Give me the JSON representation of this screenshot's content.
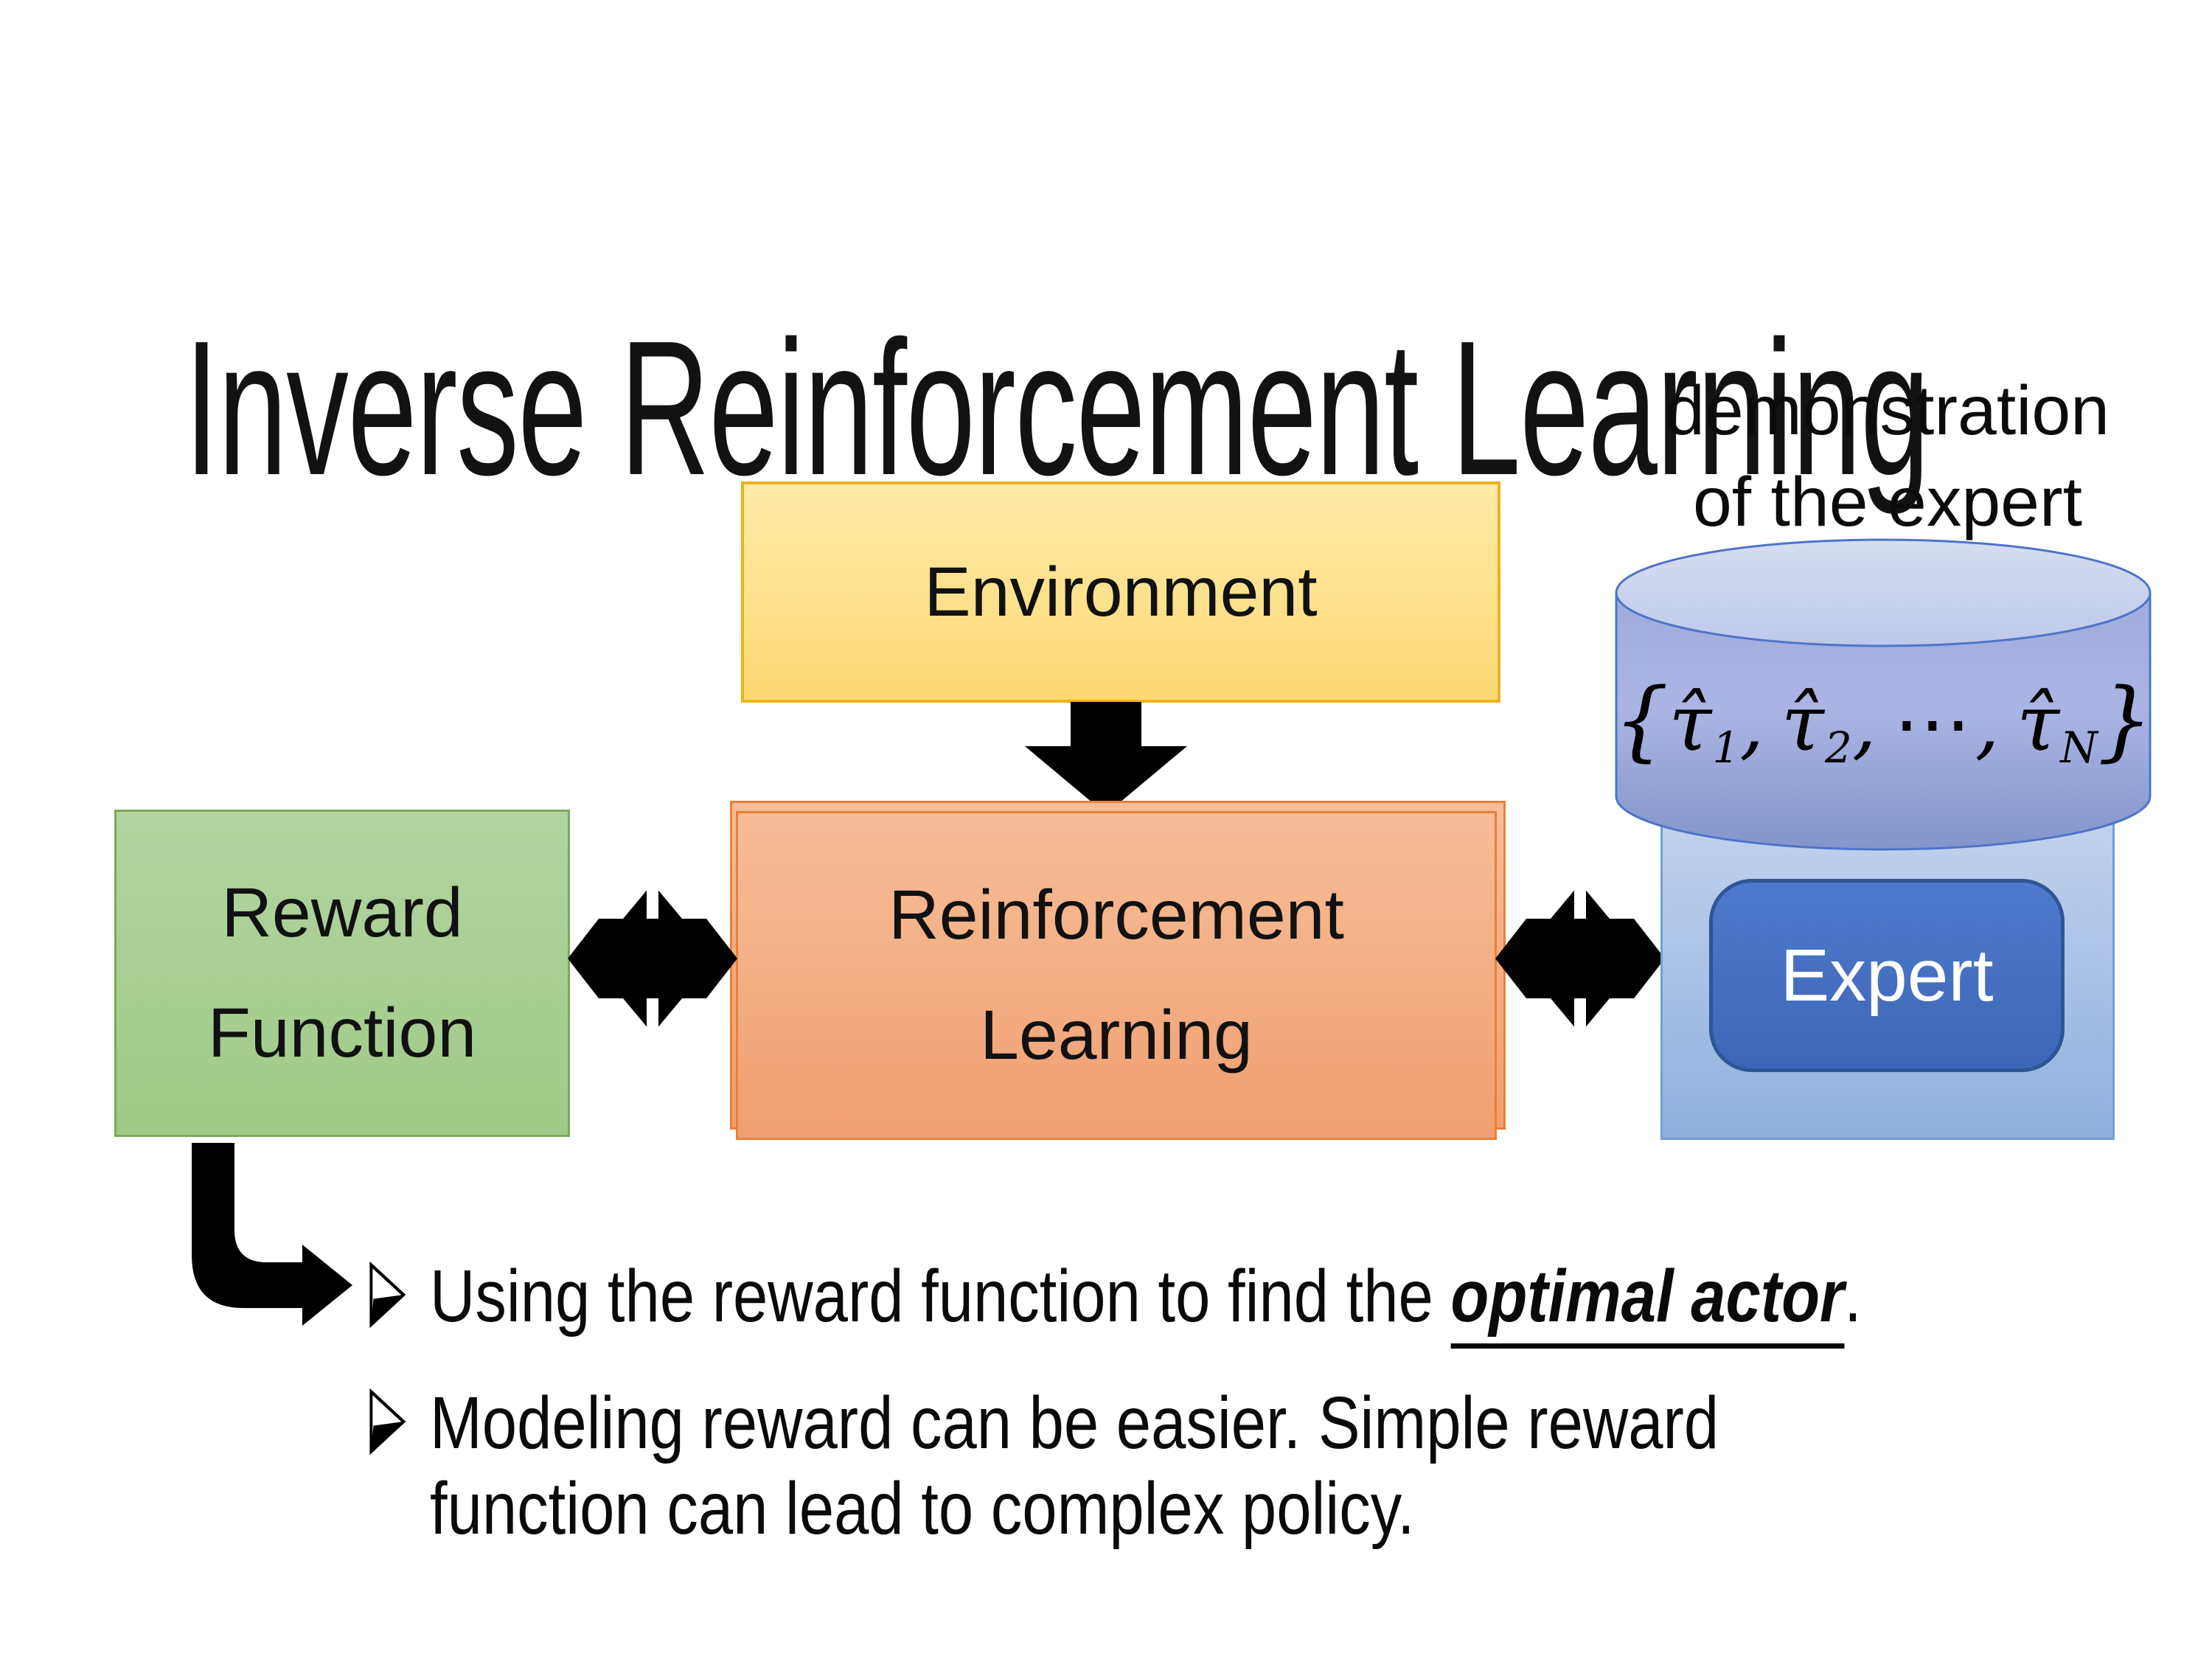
{
  "slide": {
    "title": "Inverse Reinforcement Learning",
    "annotation": {
      "line1": "demonstration",
      "line2": "of the expert"
    },
    "environment": {
      "label": "Environment"
    },
    "reward_function": {
      "line1": "Reward",
      "line2": "Function"
    },
    "reinforcement_learning": {
      "line1": "Reinforcement",
      "line2": "Learning"
    },
    "expert": {
      "label": "Expert"
    },
    "trajectory_formula": {
      "brace_open": "{",
      "tau_hat": "τ̂",
      "sub_1": "1",
      "comma_1": ",",
      "sub_2": "2",
      "comma_2": ",",
      "cdots": "⋯",
      "comma_3": ",",
      "sub_N": "N",
      "brace_close": "}"
    },
    "bullets": {
      "bullet_1": {
        "pre": "Using the reward function to find the ",
        "emphasis": "optimal actor",
        "post": "."
      },
      "bullet_2": {
        "line1": "Modeling reward can be easier. Simple reward",
        "line2": "function can lead to complex policy."
      }
    },
    "colors": {
      "environment_fill_top": "#ffeaa9",
      "environment_fill_bottom": "#fcd973",
      "environment_border": "#edb11c",
      "reward_fill_top": "#b1d4a0",
      "reward_fill_bottom": "#a0ca89",
      "reward_border": "#79aa5b",
      "rl_fill_top": "#f7bd98",
      "rl_fill_bottom": "#efa071",
      "rl_border": "#e8803a",
      "expert_outer_fill_top": "#c2d4ee",
      "expert_outer_fill_bottom": "#8fb0dd",
      "expert_outer_border": "#71a0d3",
      "expert_inner_fill": "#4472c4",
      "expert_inner_border": "#2e5596",
      "cylinder_top_fill": "#cdd5ef",
      "cylinder_body_light": "#aab5e3",
      "cylinder_body_dark": "#8295cc",
      "cylinder_border": "#4e74c7",
      "arrow_color": "#000000",
      "text_color": "#0d0d0d"
    }
  }
}
